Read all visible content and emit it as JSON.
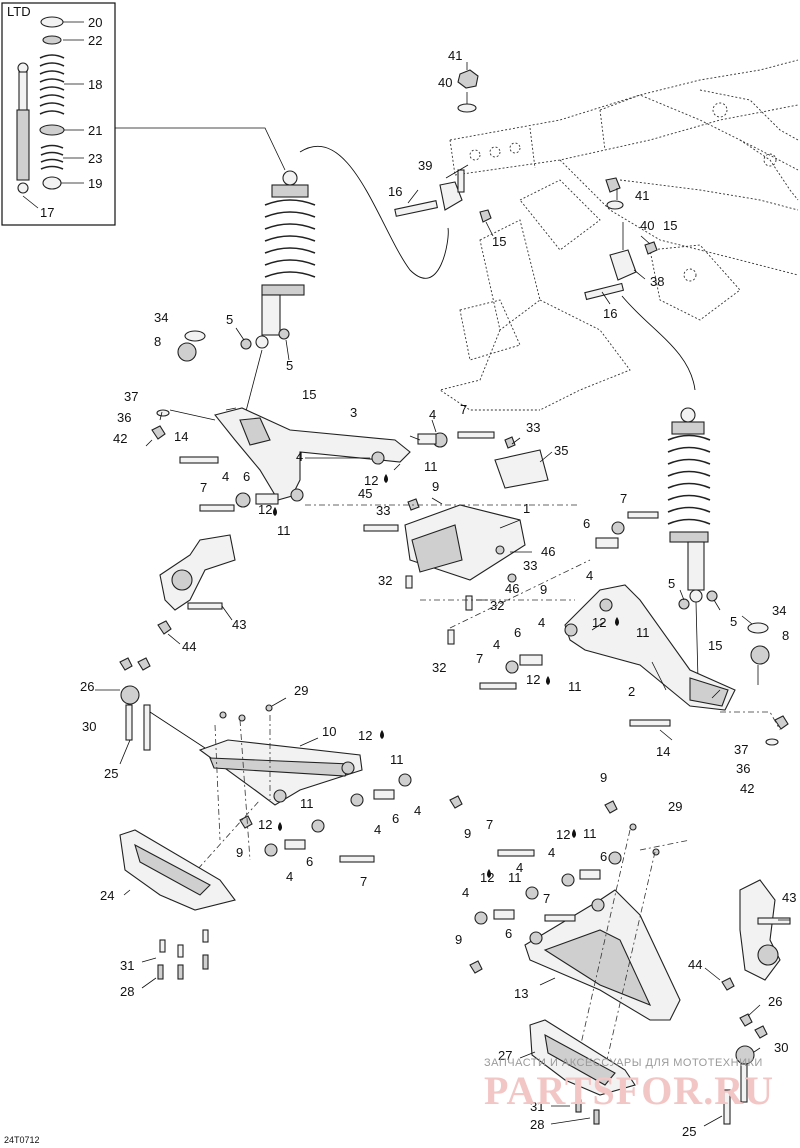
{
  "diagram": {
    "inset_label": "LTD",
    "document_code": "24T0712",
    "watermark_small": "ЗАПЧАСТИ И АКСЕССУАРЫ ДЛЯ МОТОТЕХНИКИ",
    "watermark_big": "PARTSFOR.RU",
    "callouts": [
      {
        "id": "c20",
        "text": "20"
      },
      {
        "id": "c22",
        "text": "22"
      },
      {
        "id": "c18",
        "text": "18"
      },
      {
        "id": "c21",
        "text": "21"
      },
      {
        "id": "c23",
        "text": "23"
      },
      {
        "id": "c19",
        "text": "19"
      },
      {
        "id": "c17",
        "text": "17"
      },
      {
        "id": "c41a",
        "text": "41"
      },
      {
        "id": "c40a",
        "text": "40"
      },
      {
        "id": "c39",
        "text": "39"
      },
      {
        "id": "c16a",
        "text": "16"
      },
      {
        "id": "c15a",
        "text": "15"
      },
      {
        "id": "c41b",
        "text": "41"
      },
      {
        "id": "c40b",
        "text": "40"
      },
      {
        "id": "c15b",
        "text": "15"
      },
      {
        "id": "c38",
        "text": "38"
      },
      {
        "id": "c16b",
        "text": "16"
      },
      {
        "id": "c34a",
        "text": "34"
      },
      {
        "id": "c8a",
        "text": "8"
      },
      {
        "id": "c5a",
        "text": "5"
      },
      {
        "id": "c5b",
        "text": "5"
      },
      {
        "id": "c37a",
        "text": "37"
      },
      {
        "id": "c36a",
        "text": "36"
      },
      {
        "id": "c42a",
        "text": "42"
      },
      {
        "id": "c15c",
        "text": "15"
      },
      {
        "id": "c14a",
        "text": "14"
      },
      {
        "id": "c3",
        "text": "3"
      },
      {
        "id": "c4a",
        "text": "4"
      },
      {
        "id": "c7a",
        "text": "7"
      },
      {
        "id": "c4b",
        "text": "4"
      },
      {
        "id": "c6a",
        "text": "6"
      },
      {
        "id": "c7b",
        "text": "7"
      },
      {
        "id": "c12a",
        "text": "12"
      },
      {
        "id": "c11a",
        "text": "11"
      },
      {
        "id": "c12b",
        "text": "12"
      },
      {
        "id": "c11b",
        "text": "11"
      },
      {
        "id": "c4c",
        "text": "4"
      },
      {
        "id": "c33a",
        "text": "33"
      },
      {
        "id": "c35",
        "text": "35"
      },
      {
        "id": "c45",
        "text": "45"
      },
      {
        "id": "c9a",
        "text": "9"
      },
      {
        "id": "c33b",
        "text": "33"
      },
      {
        "id": "c1",
        "text": "1"
      },
      {
        "id": "c46a",
        "text": "46"
      },
      {
        "id": "c33c",
        "text": "33"
      },
      {
        "id": "c46b",
        "text": "46"
      },
      {
        "id": "c9b",
        "text": "9"
      },
      {
        "id": "c32a",
        "text": "32"
      },
      {
        "id": "c32b",
        "text": "32"
      },
      {
        "id": "c32c",
        "text": "32"
      },
      {
        "id": "c7c",
        "text": "7"
      },
      {
        "id": "c6b",
        "text": "6"
      },
      {
        "id": "c4d",
        "text": "4"
      },
      {
        "id": "c5c",
        "text": "5"
      },
      {
        "id": "c5d",
        "text": "5"
      },
      {
        "id": "c34b",
        "text": "34"
      },
      {
        "id": "c8b",
        "text": "8"
      },
      {
        "id": "c4e",
        "text": "4"
      },
      {
        "id": "c12c",
        "text": "12"
      },
      {
        "id": "c11c",
        "text": "11"
      },
      {
        "id": "c15d",
        "text": "15"
      },
      {
        "id": "c4f",
        "text": "4"
      },
      {
        "id": "c6c",
        "text": "6"
      },
      {
        "id": "c7d",
        "text": "7"
      },
      {
        "id": "c12d",
        "text": "12"
      },
      {
        "id": "c11d",
        "text": "11"
      },
      {
        "id": "c2",
        "text": "2"
      },
      {
        "id": "c14b",
        "text": "14"
      },
      {
        "id": "c37b",
        "text": "37"
      },
      {
        "id": "c36b",
        "text": "36"
      },
      {
        "id": "c42b",
        "text": "42"
      },
      {
        "id": "c43a",
        "text": "43"
      },
      {
        "id": "c44a",
        "text": "44"
      },
      {
        "id": "c26a",
        "text": "26"
      },
      {
        "id": "c30a",
        "text": "30"
      },
      {
        "id": "c25a",
        "text": "25"
      },
      {
        "id": "c29a",
        "text": "29"
      },
      {
        "id": "c10",
        "text": "10"
      },
      {
        "id": "c12e",
        "text": "12"
      },
      {
        "id": "c11e",
        "text": "11"
      },
      {
        "id": "c4g",
        "text": "4"
      },
      {
        "id": "c9c",
        "text": "9"
      },
      {
        "id": "c6d",
        "text": "6"
      },
      {
        "id": "c4h",
        "text": "4"
      },
      {
        "id": "c11f",
        "text": "11"
      },
      {
        "id": "c12f",
        "text": "12"
      },
      {
        "id": "c9d",
        "text": "9"
      },
      {
        "id": "c6e",
        "text": "6"
      },
      {
        "id": "c4i",
        "text": "4"
      },
      {
        "id": "c7e",
        "text": "7"
      },
      {
        "id": "c24",
        "text": "24"
      },
      {
        "id": "c31a",
        "text": "31"
      },
      {
        "id": "c28a",
        "text": "28"
      },
      {
        "id": "c9e",
        "text": "9"
      },
      {
        "id": "c29b",
        "text": "29"
      },
      {
        "id": "c7f",
        "text": "7"
      },
      {
        "id": "c12g",
        "text": "12"
      },
      {
        "id": "c11g",
        "text": "11"
      },
      {
        "id": "c4j",
        "text": "4"
      },
      {
        "id": "c6f",
        "text": "6"
      },
      {
        "id": "c12h",
        "text": "12"
      },
      {
        "id": "c11h",
        "text": "11"
      },
      {
        "id": "c4k",
        "text": "4"
      },
      {
        "id": "c4l",
        "text": "4"
      },
      {
        "id": "c7g",
        "text": "7"
      },
      {
        "id": "c6g",
        "text": "6"
      },
      {
        "id": "c9f",
        "text": "9"
      },
      {
        "id": "c13",
        "text": "13"
      },
      {
        "id": "c43b",
        "text": "43"
      },
      {
        "id": "c44b",
        "text": "44"
      },
      {
        "id": "c26b",
        "text": "26"
      },
      {
        "id": "c30b",
        "text": "30"
      },
      {
        "id": "c27",
        "text": "27"
      },
      {
        "id": "c31b",
        "text": "31"
      },
      {
        "id": "c28b",
        "text": "28"
      },
      {
        "id": "c25b",
        "text": "25"
      }
    ]
  }
}
